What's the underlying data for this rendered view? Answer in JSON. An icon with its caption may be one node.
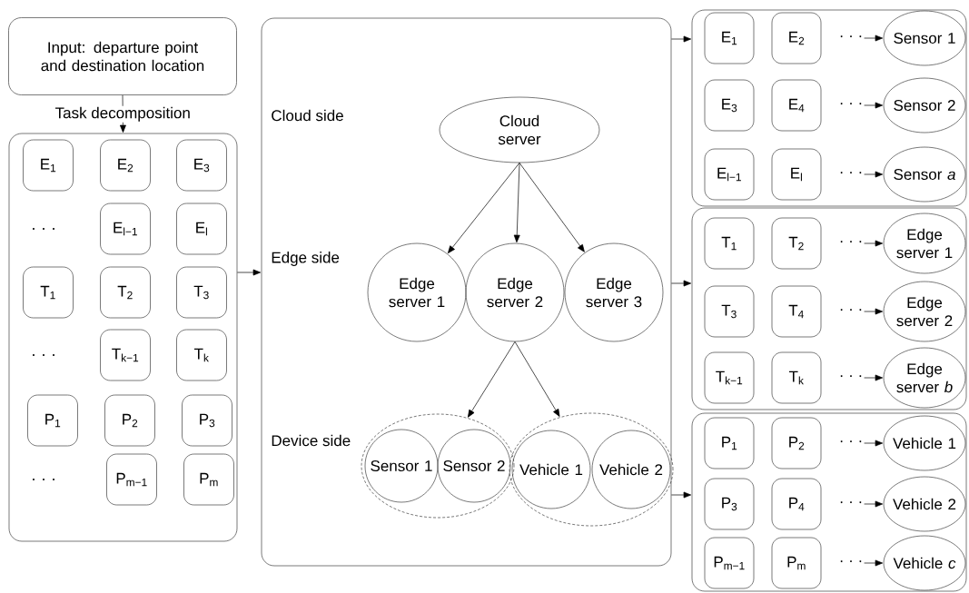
{
  "diagram": {
    "nodes": [
      {
        "text": [
          "Input: departure point and destination location"
        ]
      },
      {
        "text": [],
        "shape": "box"
      },
      {
        "text": [
          "E$_{1}$"
        ],
        "in": 1
      },
      {
        "text": [
          "E$_{2}$"
        ],
        "in": 1
      },
      {
        "text": [
          "E$_{3}$"
        ],
        "in": 1
      },
      {
        "text": [
          "E$_{l−1}$"
        ],
        "in": 1
      },
      {
        "text": [
          "E$_{l}$"
        ],
        "in": 1
      },
      {
        "text": [
          "T$_{1}$"
        ],
        "in": 1
      },
      {
        "text": [
          "T$_{2}$"
        ],
        "in": 1
      },
      {
        "text": [
          "T$_{3}$"
        ],
        "in": 1
      },
      {
        "text": [
          "T$_{k−1}$"
        ],
        "in": 1
      },
      {
        "text": [
          "T$_{k}$"
        ],
        "in": 1
      },
      {
        "text": [
          "P$_{1}$"
        ],
        "in": 1
      },
      {
        "text": [
          "P$_{2}$"
        ],
        "in": 1
      },
      {
        "text": [
          "P$_{3}$"
        ],
        "in": 1
      },
      {
        "text": [
          "P$_{m−1}$"
        ],
        "in": 1
      },
      {
        "text": [
          "P$_{m}$"
        ],
        "in": 1
      },
      {
        "text": [],
        "shape": "box"
      },
      {
        "text": [
          "Cloud server"
        ],
        "in": 17
      },
      {
        "text": [
          "Edge server 1"
        ],
        "in": 17
      },
      {
        "text": [
          "Edge server 2"
        ],
        "in": 17
      },
      {
        "text": [
          "Edge server 3"
        ],
        "in": 17
      },
      {
        "text": [],
        "shape": "ellipse",
        "in": 17
      },
      {
        "text": [
          "Sensor 1"
        ],
        "in": 22
      },
      {
        "text": [
          "Sensor 2"
        ],
        "in": 22
      },
      {
        "text": [],
        "shape": "ellipse",
        "in": 17
      },
      {
        "text": [
          "Vehicle 1"
        ],
        "in": 25
      },
      {
        "text": [
          "Vehicle 2"
        ],
        "in": 25
      },
      {
        "text": [],
        "shape": "box"
      },
      {
        "text": [
          "E$_{1}$"
        ],
        "in": 28
      },
      {
        "text": [
          "E$_{2}$"
        ],
        "in": 28
      },
      {
        "text": [
          "· · ·"
        ],
        "in": 28
      },
      {
        "text": [
          "Sensor 1"
        ],
        "in": 28
      },
      {
        "text": [
          "E$_{3}$"
        ],
        "in": 28
      },
      {
        "text": [
          "E$_{4}$"
        ],
        "in": 28
      },
      {
        "text": [
          "· · ·"
        ],
        "in": 28
      },
      {
        "text": [
          "Sensor 2"
        ],
        "in": 28
      },
      {
        "text": [
          "E$_{l−1}$"
        ],
        "in": 28
      },
      {
        "text": [
          "E$_{l}$"
        ],
        "in": 28
      },
      {
        "text": [
          "· · ·"
        ],
        "in": 28
      },
      {
        "text": [
          "Sensor *a*"
        ],
        "in": 28
      },
      {
        "text": [],
        "shape": "box"
      },
      {
        "text": [
          "T$_{1}$"
        ],
        "in": 41
      },
      {
        "text": [
          "T$_{2}$"
        ],
        "in": 41
      },
      {
        "text": [
          "· · ·"
        ],
        "in": 41
      },
      {
        "text": [
          "Edge server 1"
        ],
        "in": 41
      },
      {
        "text": [
          "T$_{3}$"
        ],
        "in": 41
      },
      {
        "text": [
          "T$_{4}$"
        ],
        "in": 41
      },
      {
        "text": [
          "· · ·"
        ],
        "in": 41
      },
      {
        "text": [
          "Edge server 2"
        ],
        "in": 41
      },
      {
        "text": [
          "T$_{k−1}$"
        ],
        "in": 41
      },
      {
        "text": [
          "T$_{k}$"
        ],
        "in": 41
      },
      {
        "text": [
          "· · ·"
        ],
        "in": 41
      },
      {
        "text": [
          "Edge server *b*"
        ],
        "in": 41
      },
      {
        "text": [],
        "shape": "box"
      },
      {
        "text": [
          "P$_{1}$"
        ],
        "in": 54
      },
      {
        "text": [
          "P$_{2}$"
        ],
        "in": 54
      },
      {
        "text": [
          "· · ·"
        ],
        "in": 54
      },
      {
        "text": [
          "Vehicle 1"
        ],
        "in": 54
      },
      {
        "text": [
          "P$_{3}$"
        ],
        "in": 54
      },
      {
        "text": [
          "P$_{4}$"
        ],
        "in": 54
      },
      {
        "text": [
          "· · ·"
        ],
        "in": 54
      },
      {
        "text": [
          "Vehicle 2"
        ],
        "in": 54
      },
      {
        "text": [
          "P$_{m−1}$"
        ],
        "in": 54
      },
      {
        "text": [
          "P$_{m}$"
        ],
        "in": 54
      },
      {
        "text": [
          "· · ·"
        ],
        "in": 54
      },
      {
        "text": [
          "Vehicle *c*"
        ],
        "in": 54
      }
    ],
    "edges": [
      {
        "from": 0,
        "to": 1,
        "arrow": "to",
        "label": "Task decomposition"
      },
      {
        "from": 1,
        "to": 17,
        "arrow": "to"
      },
      {
        "from": 17,
        "to": 28,
        "arrow": "to"
      },
      {
        "from": 17,
        "to": 41,
        "arrow": "to"
      },
      {
        "from": 17,
        "to": 54,
        "arrow": "to"
      },
      {
        "from": 18,
        "to": 19,
        "arrow": "to"
      },
      {
        "from": 18,
        "to": 20,
        "arrow": "to"
      },
      {
        "from": 18,
        "to": 21,
        "arrow": "to"
      },
      {
        "from": 20,
        "to": 22,
        "arrow": "to"
      },
      {
        "from": 20,
        "to": 25,
        "arrow": "to"
      },
      {
        "from": 31,
        "to": 32,
        "arrow": "to"
      },
      {
        "from": 35,
        "to": 36,
        "arrow": "to"
      },
      {
        "from": 39,
        "to": 40,
        "arrow": "to"
      },
      {
        "from": 44,
        "to": 45,
        "arrow": "to"
      },
      {
        "from": 48,
        "to": 49,
        "arrow": "to"
      },
      {
        "from": 52,
        "to": 53,
        "arrow": "to"
      },
      {
        "from": 57,
        "to": 58,
        "arrow": "to"
      },
      {
        "from": 61,
        "to": 62,
        "arrow": "to"
      },
      {
        "from": 65,
        "to": 66,
        "arrow": "to"
      }
    ],
    "labels": [
      ". . .",
      ". . .",
      ". . .",
      "Cloud side",
      "Edge side",
      "Device side"
    ]
  }
}
